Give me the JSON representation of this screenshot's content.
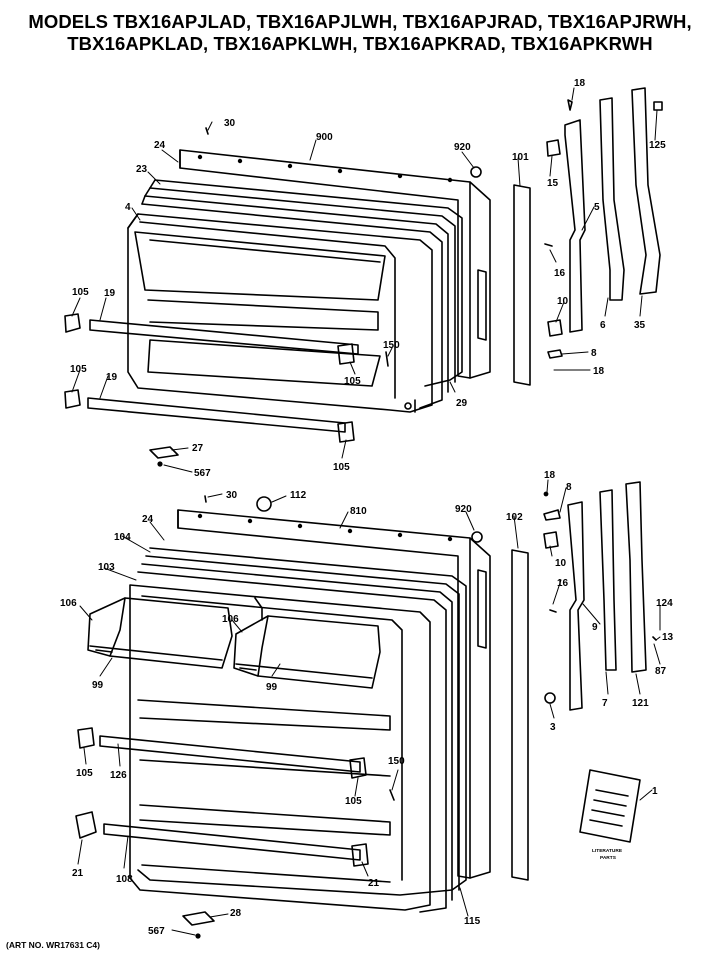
{
  "header": {
    "line1": "MODELS TBX16APJLAD, TBX16APJLWH, TBX16APJRAD, TBX16APJRWH,",
    "line2": "TBX16APKLAD, TBX16APKLWH, TBX16APKRAD, TBX16APKRWH"
  },
  "art_no": "(ART NO. WR17631 C4)",
  "literature": "LITERATURE PARTS",
  "labels": {
    "top_18": "18",
    "top_30": "30",
    "top_900": "900",
    "top_920": "920",
    "top_101": "101",
    "top_125": "125",
    "top_24": "24",
    "top_23": "23",
    "top_15": "15",
    "top_5": "5",
    "top_4": "4",
    "top_16": "16",
    "top_105a": "105",
    "top_19a": "19",
    "top_10": "10",
    "top_6": "6",
    "top_35": "35",
    "top_150": "150",
    "top_8": "8",
    "top_18b": "18",
    "top_105b": "105",
    "top_19b": "19",
    "top_105c": "105",
    "top_29": "29",
    "top_105d": "105",
    "top_27": "27",
    "top_567": "567",
    "bot_18": "18",
    "bot_8": "8",
    "bot_30": "30",
    "bot_112": "112",
    "bot_810": "810",
    "bot_920": "920",
    "bot_24": "24",
    "bot_102": "102",
    "bot_10": "10",
    "bot_104": "104",
    "bot_103": "103",
    "bot_16": "16",
    "bot_124": "124",
    "bot_106a": "106",
    "bot_106b": "106",
    "bot_9": "9",
    "bot_13": "13",
    "bot_87": "87",
    "bot_99a": "99",
    "bot_99b": "99",
    "bot_7": "7",
    "bot_121": "121",
    "bot_3": "3",
    "bot_105a": "105",
    "bot_126": "126",
    "bot_150": "150",
    "bot_105b": "105",
    "bot_1": "1",
    "bot_21a": "21",
    "bot_108": "108",
    "bot_21b": "21",
    "bot_115": "115",
    "bot_28": "28",
    "bot_567": "567"
  }
}
